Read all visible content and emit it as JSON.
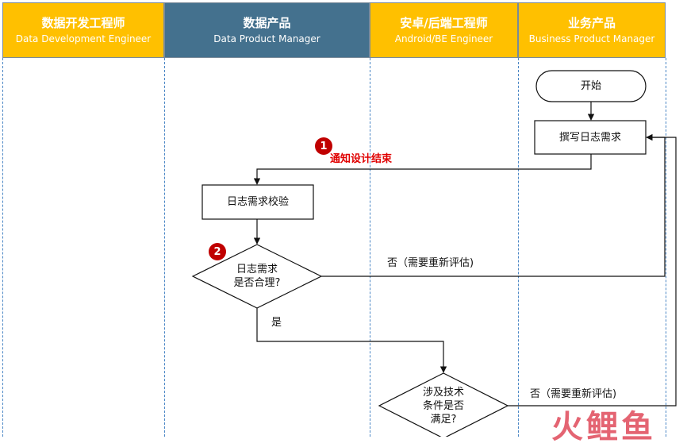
{
  "lanes": [
    {
      "zh": "数据开发工程师",
      "en": "Data Development Engineer"
    },
    {
      "zh": "数据产品",
      "en": "Data Product Manager"
    },
    {
      "zh": "安卓/后端工程师",
      "en": "Android/BE Engineer"
    },
    {
      "zh": "业务产品",
      "en": "Business Product Manager"
    }
  ],
  "nodes": {
    "start": "开始",
    "write_log": "撰写日志需求",
    "verify_log": "日志需求校验",
    "decision1_line1": "日志需求",
    "decision1_line2": "是否合理?",
    "decision2_line1": "涉及技术",
    "decision2_line2": "条件是否",
    "decision2_line3": "满足?"
  },
  "labels": {
    "notify_design": "通知设计结束",
    "no_reassess_1": "否（需要重新评估)",
    "yes": "是",
    "no_reassess_2": "否（需要重新评估)"
  },
  "badges": {
    "one": "1",
    "two": "2"
  },
  "watermark": "火鲤鱼",
  "colors": {
    "header_yellow": "#ffc000",
    "header_blue": "#44718e",
    "badge_red": "#c00000",
    "label_red": "#e00000"
  }
}
